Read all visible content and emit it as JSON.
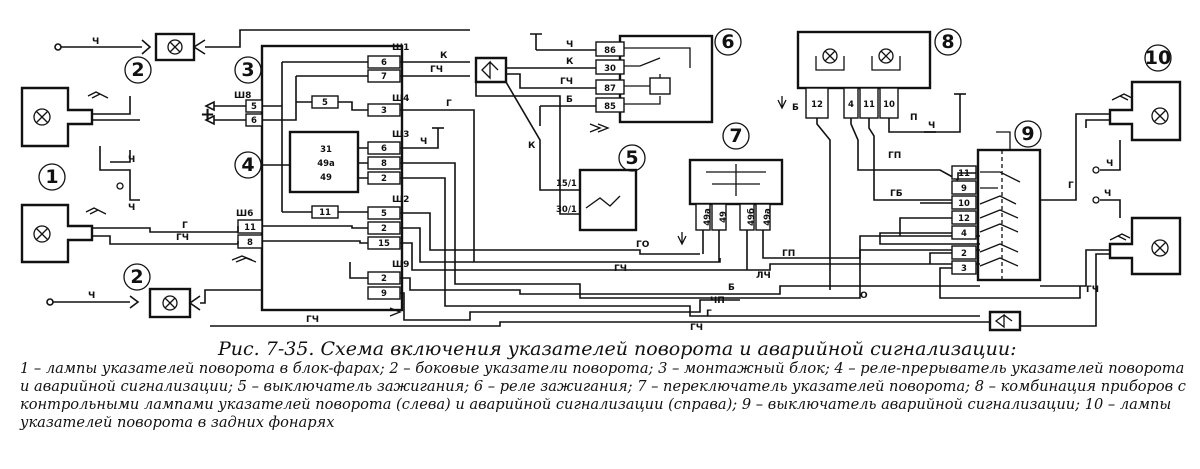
{
  "figure": {
    "title": "Рис. 7-35. Схема включения указателей поворота и аварийной сигнализации:",
    "legend": "1 – лампы указателей поворота в блок-фарах; 2 – боковые указатели поворота; 3 – монтажный блок; 4 – реле-прерыватель указателей поворота и аварийной сигнализации; 5 – выключатель зажигания; 6 – реле зажигания; 7 – переключатель указателей поворота; 8 – комбинация приборов с контрольными лампами указателей поворота (слева) и аварийной сигнализации (справа); 9 – выключатель аварийной сигнализации; 10 – лампы указателей поворота в задних фонарях"
  },
  "diagram": {
    "component_numbers": [
      "1",
      "2",
      "3",
      "4",
      "5",
      "6",
      "7",
      "8",
      "9",
      "10",
      "2"
    ],
    "plus_sign": "+",
    "connectors": {
      "ш8": "Ш8",
      "ш1": "Ш1",
      "ш4": "Ш4",
      "ш3": "Ш3",
      "ш6": "Ш6",
      "ш2": "Ш2",
      "ш9": "Ш9"
    },
    "block3_pins": {
      "ш8": [
        "5",
        "6"
      ],
      "ш1": [
        "6",
        "7"
      ],
      "ш4": [
        "3"
      ],
      "ш3": [
        "6",
        "8",
        "2"
      ],
      "ш6": [
        "11",
        "8"
      ],
      "ш2": [
        "5",
        "2",
        "15"
      ],
      "ш9": [
        "2",
        "9"
      ]
    },
    "fuses": [
      "5",
      "11"
    ],
    "relay4_terms": [
      "31",
      "49а",
      "49"
    ],
    "relay6_pins": [
      "86",
      "30",
      "87",
      "85"
    ],
    "switch5_terms": [
      "15/1",
      "30/1"
    ],
    "switch7_terms": [
      "49а",
      "49",
      "49б",
      "49а"
    ],
    "cluster8_pins": [
      "12",
      "4",
      "11",
      "10"
    ],
    "switch9_pins": [
      "11",
      "9",
      "10",
      "12",
      "4",
      "2",
      "3"
    ],
    "wire_labels": {
      "g": "Г",
      "gch": "ГЧ",
      "ch": "Ч",
      "k": "К",
      "b": "Б",
      "gp": "ГП",
      "gb": "ГБ",
      "lch": "ЛЧ",
      "chp": "ЧП",
      "o": "О",
      "p": "П",
      "gd": "ГО"
    }
  }
}
